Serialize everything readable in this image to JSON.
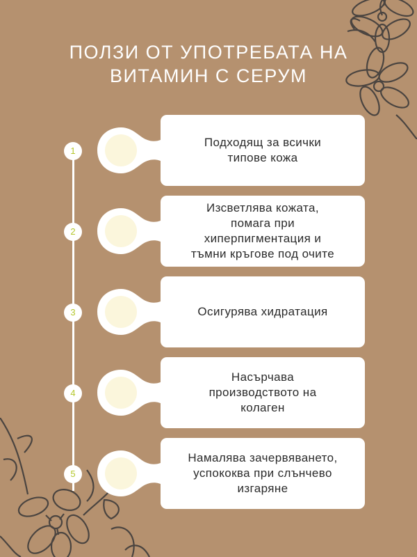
{
  "title": "ПОЛЗИ ОТ УПОТРЕБАТА НА\nВИТАМИН С СЕРУМ",
  "colors": {
    "background": "#b5916f",
    "accent": "#b4c72c",
    "circle": "#fbf6dc",
    "line_art": "#4a4440"
  },
  "items": [
    {
      "number": "1",
      "text": "Подходящ за всички\nтипове кожа"
    },
    {
      "number": "2",
      "text": "Изсветлява кожата,\nпомага при\nхиперпигментация и\nтъмни кръгове под очите"
    },
    {
      "number": "3",
      "text": "Осигурява хидратация"
    },
    {
      "number": "4",
      "text": "Насърчава\nпроизводството на\nколаген"
    },
    {
      "number": "5",
      "text": "Намалява зачервяването,\nуспококва при слънчево\nизгаряне"
    }
  ]
}
